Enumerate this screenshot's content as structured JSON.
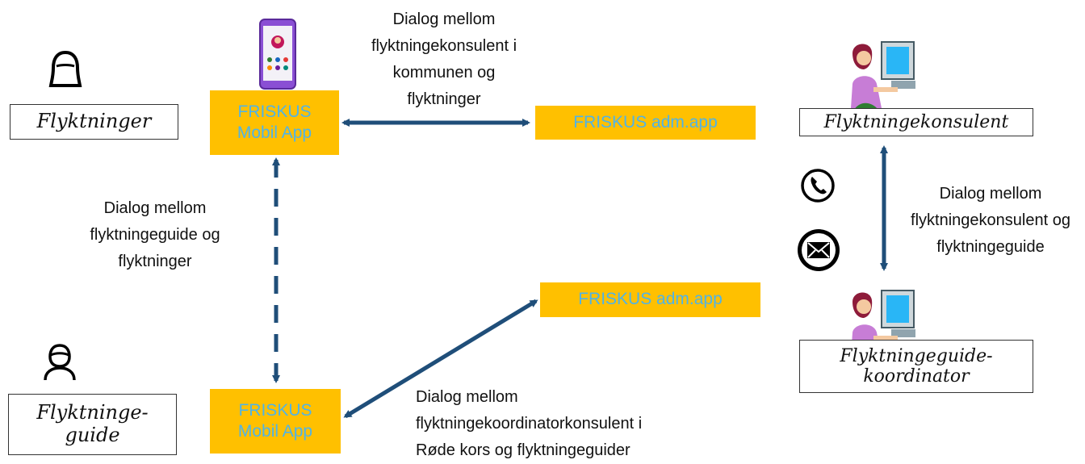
{
  "actors": {
    "refugees": "Flyktninger",
    "guide": "Flyktninge-\nguide",
    "consultant": "Flyktningekonsulent",
    "coordinator": "Flyktningeguide-\nkoordinator"
  },
  "apps": {
    "mobile_top": "FRISKUS\nMobil App",
    "mobile_bottom": "FRISKUS\nMobil App",
    "adm_top": "FRISKUS adm.app",
    "adm_bottom": "FRISKUS adm.app"
  },
  "dialogs": {
    "top": "Dialog mellom\nflyktningekonsulent i\nkommunen og\nflyktninger",
    "left": "Dialog mellom\nflyktningeguide og\nflyktninger",
    "right": "Dialog mellom\nflyktningekonsulent og\nflyktningeguide",
    "bottom": "Dialog mellom\nflyktningekoordinatorkonsulent i\nRøde kors og flyktningeguider"
  },
  "icons": {
    "refugee_person": "person-icon",
    "guide_person": "person-icon",
    "phone": "phone-icon",
    "mail": "envelope-icon",
    "smartphone": "smartphone-icon",
    "desk_worker": "computer-worker-icon"
  },
  "colors": {
    "app_box": "#FFC000",
    "app_text": "#4FB3E8",
    "arrow": "#1F4E79"
  }
}
